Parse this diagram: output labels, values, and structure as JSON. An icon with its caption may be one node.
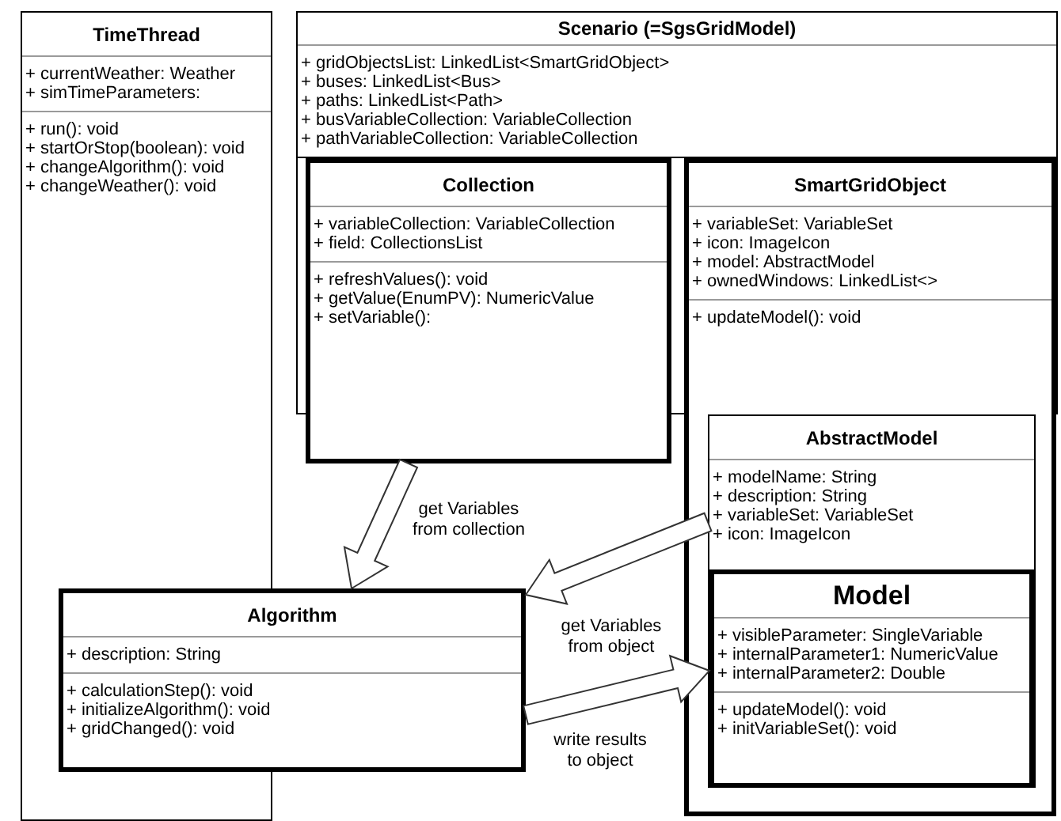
{
  "diagram": {
    "nodes": [
      {
        "text": [
          "TimeThread",
          "+ currentWeather: Weather",
          "+ simTimeParameters:",
          "+ run(): void",
          "+ startOrStop(boolean): void",
          "+ changeAlgorithm(): void",
          "+ changeWeather(): void"
        ]
      },
      {
        "text": [
          "Scenario (=SgsGridModel)",
          "+ gridObjectsList: LinkedList<SmartGridObject>",
          "+ buses: LinkedList<Bus>",
          "+ paths: LinkedList<Path>",
          "+ busVariableCollection: VariableCollection",
          "+ pathVariableCollection: VariableCollection"
        ]
      },
      {
        "text": [
          "Collection",
          "+ variableCollection: VariableCollection",
          "+ field: CollectionsList",
          "+ refreshValues(): void",
          "+ getValue(EnumPV): NumericValue",
          "+ setVariable():"
        ]
      },
      {
        "text": [
          "SmartGridObject",
          "+ variableSet: VariableSet",
          "+ icon: ImageIcon",
          "+ model: AbstractModel",
          "+ ownedWindows: LinkedList<>",
          "+ updateModel(): void"
        ]
      },
      {
        "text": [
          "AbstractModel",
          "+ modelName: String",
          "+ description: String",
          "+ variableSet: VariableSet",
          "+ icon: ImageIcon"
        ],
        "in": 3
      },
      {
        "text": [
          "Model",
          "+ visibleParameter: SingleVariable",
          "+ internalParameter1: NumericValue",
          "+ internalParameter2: Double",
          "+ updateModel(): void",
          "+ initVariableSet(): void"
        ],
        "in": 4
      },
      {
        "text": [
          "Algorithm",
          "+ description: String",
          "+ calculationStep(): void",
          "+ initializeAlgorithm(): void",
          "+ gridChanged(): void"
        ]
      }
    ],
    "edges": [
      {
        "from": 2,
        "to": 6,
        "arrow": "to",
        "label": "get Variables from collection"
      },
      {
        "from": 4,
        "to": 6,
        "arrow": "to",
        "label": "get Variables from object"
      },
      {
        "from": 6,
        "to": 5,
        "arrow": "to",
        "label": "write results to object"
      }
    ]
  }
}
